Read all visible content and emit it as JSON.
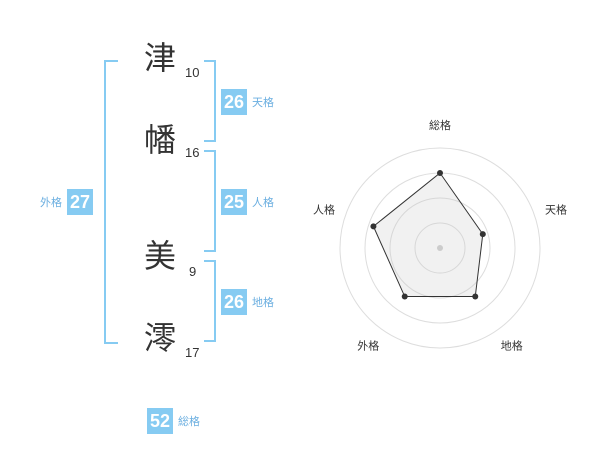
{
  "name": {
    "chars": [
      {
        "char": "津",
        "strokes": "10"
      },
      {
        "char": "幡",
        "strokes": "16"
      },
      {
        "char": "美",
        "strokes": "9"
      },
      {
        "char": "澪",
        "strokes": "17"
      }
    ]
  },
  "fortunes": {
    "tenkaku": {
      "value": "26",
      "label": "天格"
    },
    "jinkaku": {
      "value": "25",
      "label": "人格"
    },
    "chikaku": {
      "value": "26",
      "label": "地格"
    },
    "gaikaku": {
      "value": "27",
      "label": "外格"
    },
    "soukaku": {
      "value": "52",
      "label": "総格"
    }
  },
  "colors": {
    "accent": "#86cbf2",
    "label": "#6aaee0",
    "text": "#333333"
  },
  "chart_data": {
    "type": "radar",
    "axes": [
      "総格",
      "天格",
      "地格",
      "外格",
      "人格"
    ],
    "values": [
      0.75,
      0.45,
      0.6,
      0.6,
      0.7
    ],
    "rings": 4,
    "range": [
      0,
      1
    ]
  }
}
